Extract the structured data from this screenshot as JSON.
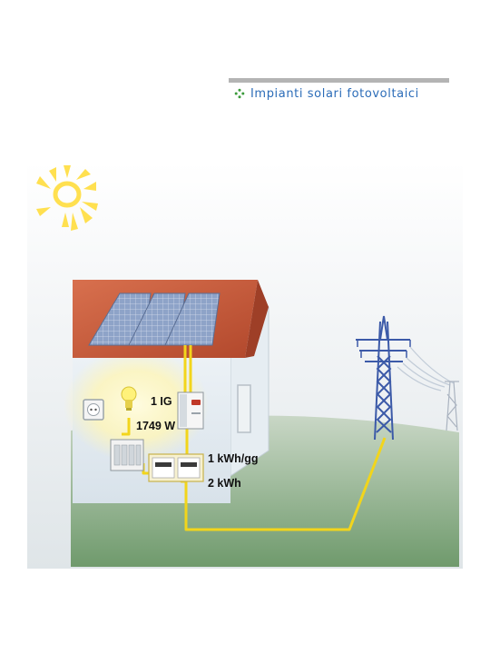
{
  "header": {
    "title": "Impianti solari fotovoltaici"
  },
  "diagram": {
    "labels": {
      "inverter": "1 IG",
      "power": "1749 W",
      "daily_energy": "1 kWh/gg",
      "energy": "2 kWh"
    }
  },
  "colors": {
    "title": "#2b6cb8",
    "sun": "#ffe050",
    "cable": "#f2d51b",
    "roof": "#c6593a",
    "pylon": "#3c5aa8",
    "panel": "#8ea3c8"
  },
  "icons": {
    "bullet": "diamond-dots-icon",
    "sun": "sun-icon",
    "outlet": "power-outlet-icon",
    "bulb": "light-bulb-icon",
    "pylon": "power-pylon-icon"
  }
}
